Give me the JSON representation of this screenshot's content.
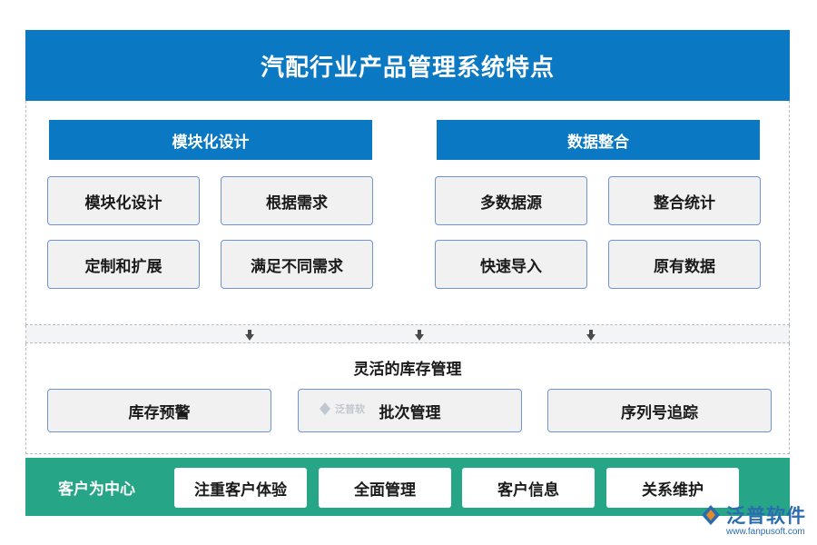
{
  "title": "汽配行业产品管理系统特点",
  "modular": {
    "header": "模块化设计",
    "items": [
      "模块化设计",
      "根据需求",
      "定制和扩展",
      "满足不同需求"
    ]
  },
  "integration": {
    "header": "数据整合",
    "items": [
      "多数据源",
      "整合统计",
      "快速导入",
      "原有数据"
    ]
  },
  "inventory": {
    "title": "灵活的库存管理",
    "items": [
      "库存预警",
      "批次管理",
      "序列号追踪"
    ]
  },
  "customer": {
    "label": "客户为中心",
    "items": [
      "注重客户体验",
      "全面管理",
      "客户信息",
      "关系维护"
    ]
  },
  "watermark": {
    "center_text": "泛普软",
    "logo_text": "泛普软件",
    "url": "www.fanpusoft.com"
  },
  "colors": {
    "primary_blue": "#0a78c2",
    "customer_green": "#27a587",
    "item_border": "#6f95d0"
  }
}
